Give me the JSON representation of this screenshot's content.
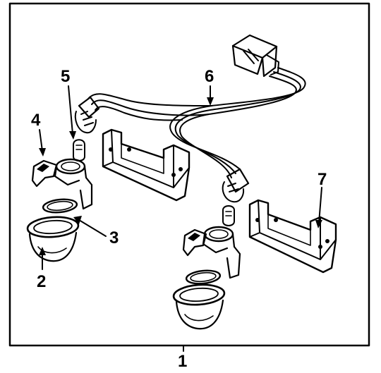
{
  "diagram": {
    "assembly_label": "1",
    "callouts": [
      {
        "id": "housing-left",
        "label": "2"
      },
      {
        "id": "gasket-left",
        "label": "3"
      },
      {
        "id": "socket-left",
        "label": "4"
      },
      {
        "id": "bulb-left",
        "label": "5"
      },
      {
        "id": "wire-harness",
        "label": "6"
      },
      {
        "id": "lens-bracket-right",
        "label": "7"
      }
    ]
  }
}
